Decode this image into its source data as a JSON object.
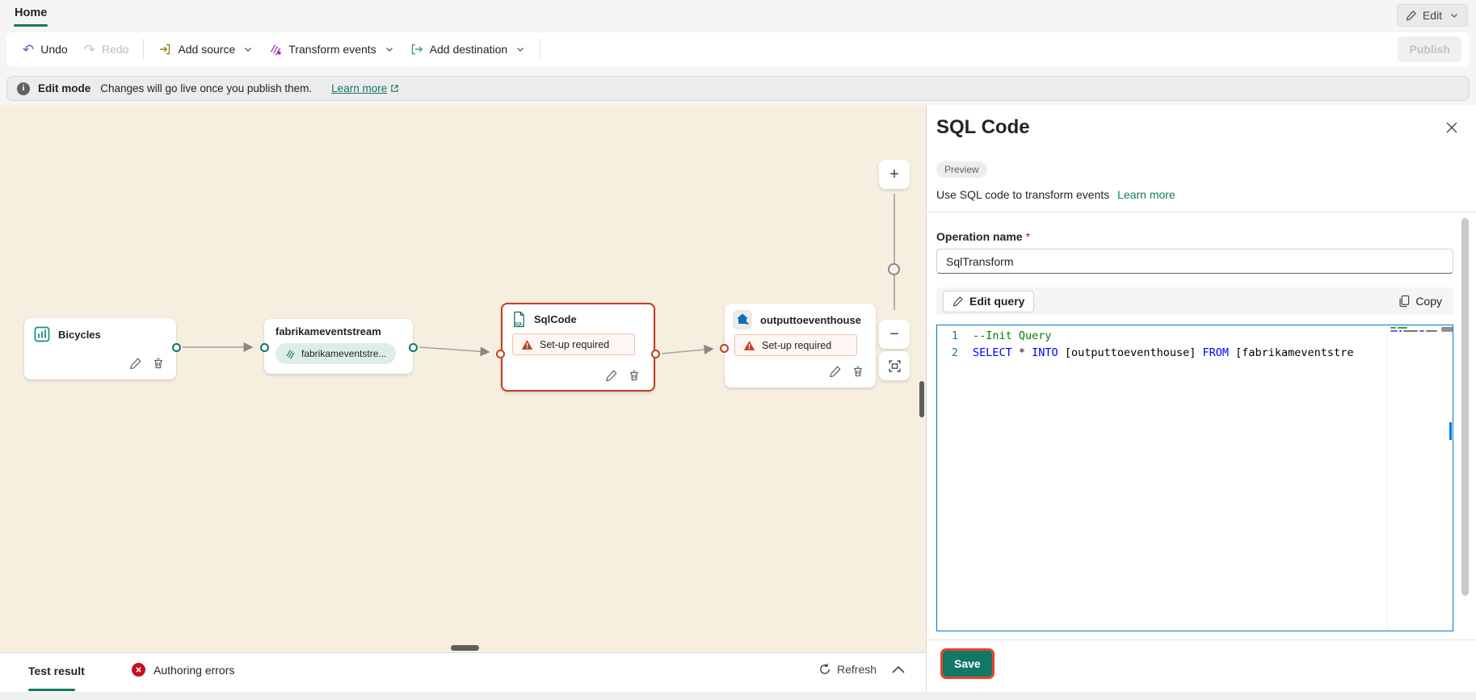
{
  "tabs": {
    "home": "Home"
  },
  "header": {
    "edit_label": "Edit"
  },
  "toolbar": {
    "undo": "Undo",
    "redo": "Redo",
    "add_source": "Add source",
    "transform_events": "Transform events",
    "add_destination": "Add destination",
    "publish": "Publish"
  },
  "banner": {
    "title": "Edit mode",
    "message": "Changes will go live once you publish them.",
    "learn_more": "Learn more"
  },
  "canvas": {
    "nodes": {
      "bicycles": {
        "label": "Bicycles"
      },
      "eventstream": {
        "label": "fabrikameventstream",
        "pill": "fabrikameventstre..."
      },
      "sqlcode": {
        "label": "SqlCode",
        "status": "Set-up required"
      },
      "eventhouse": {
        "label": "outputtoeventhouse",
        "status": "Set-up required"
      }
    }
  },
  "zoom_controls": {
    "zoom_in": "+",
    "zoom_out": "−"
  },
  "icons": {
    "undo_glyph": "↶",
    "redo_glyph": "↷",
    "info_glyph": "i"
  },
  "panel": {
    "title": "SQL Code",
    "preview_badge": "Preview",
    "description": "Use SQL code to transform events",
    "learn_more": "Learn more",
    "operation_name_label": "Operation name",
    "required_marker": "*",
    "operation_name_value": "SqlTransform",
    "edit_query": "Edit query",
    "copy": "Copy",
    "save": "Save",
    "editor": {
      "line1_num": "1",
      "line1_text": "--Init Query",
      "line2_num": "2",
      "line2_tokens": {
        "t0": "SELECT",
        "t1": " * ",
        "t2": "INTO",
        "t3": " [outputtoeventhouse] ",
        "t4": "FROM",
        "t5": " [fabrikameventstre"
      }
    }
  },
  "bottom_bar": {
    "test_result": "Test result",
    "authoring_errors": "Authoring errors",
    "refresh": "Refresh"
  },
  "colors": {
    "accent_teal": "#117865",
    "selection_orange": "#c43e1c",
    "error_red": "#c50f1f",
    "editor_focus_blue": "#0078d4",
    "canvas_background": "#f6efe0",
    "save_highlight_red": "#e8432d"
  }
}
